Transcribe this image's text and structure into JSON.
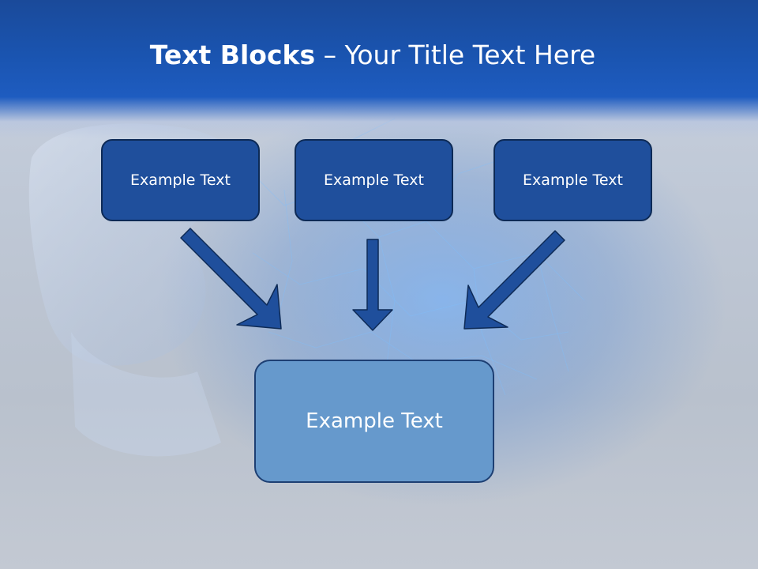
{
  "slide": {
    "title_bold": "Text Blocks",
    "title_dash": " – ",
    "title_rest": "Your Title Text Here"
  },
  "blocks": {
    "top": [
      {
        "label": "Example Text"
      },
      {
        "label": "Example Text"
      },
      {
        "label": "Example Text"
      }
    ],
    "bottom": {
      "label": "Example Text"
    }
  },
  "colors": {
    "header": "#1a54b0",
    "top_block_fill": "#1f4f9c",
    "top_block_border": "#0d2a56",
    "bottom_block_fill": "#6699cc",
    "arrow_fill": "#1f4f9c"
  },
  "icons": {
    "arrows": [
      "arrow-down-right-icon",
      "arrow-down-icon",
      "arrow-down-left-icon"
    ]
  }
}
